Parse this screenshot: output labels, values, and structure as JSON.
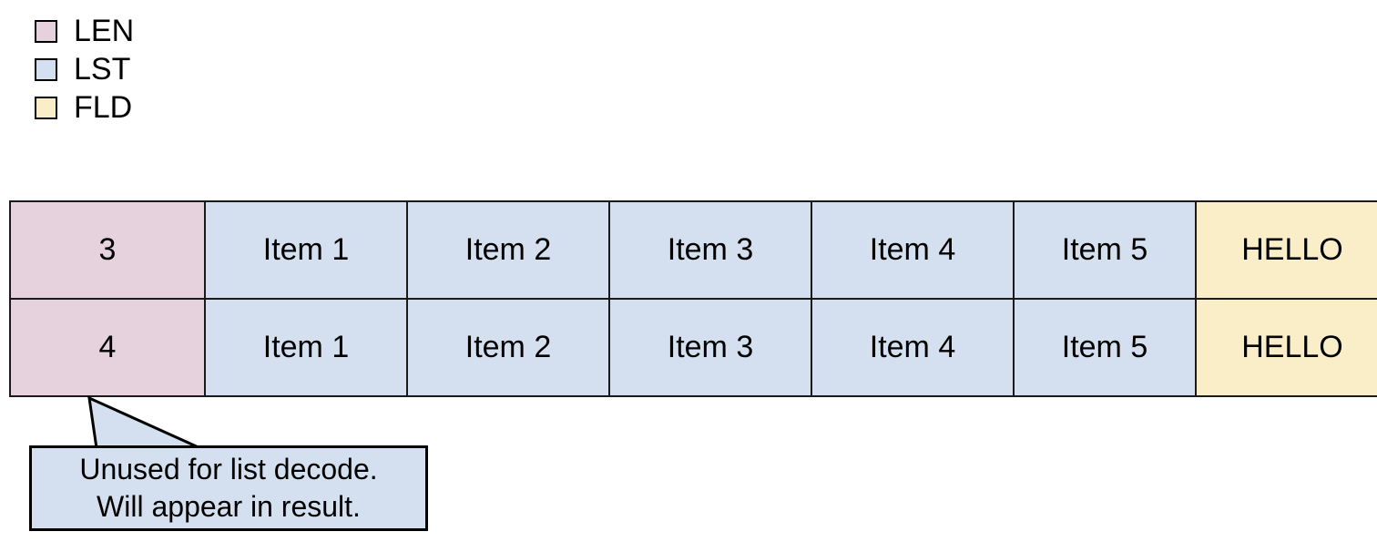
{
  "legend": {
    "items": [
      {
        "label": "LEN",
        "color": "#e6d2dc",
        "swatch_name": "legend-swatch-len"
      },
      {
        "label": "LST",
        "color": "#d4e0f0",
        "swatch_name": "legend-swatch-lst"
      },
      {
        "label": "FLD",
        "color": "#faeec9",
        "swatch_name": "legend-swatch-fld"
      }
    ]
  },
  "table": {
    "rows": [
      {
        "cells": [
          {
            "text": "3",
            "type": "LEN"
          },
          {
            "text": "Item 1",
            "type": "LST"
          },
          {
            "text": "Item 2",
            "type": "LST"
          },
          {
            "text": "Item 3",
            "type": "LST"
          },
          {
            "text": "Item 4",
            "type": "LST"
          },
          {
            "text": "Item 5",
            "type": "LST"
          },
          {
            "text": "HELLO",
            "type": "FLD"
          }
        ]
      },
      {
        "cells": [
          {
            "text": "4",
            "type": "LEN"
          },
          {
            "text": "Item 1",
            "type": "LST"
          },
          {
            "text": "Item 2",
            "type": "LST"
          },
          {
            "text": "Item 3",
            "type": "LST"
          },
          {
            "text": "Item 4",
            "type": "LST"
          },
          {
            "text": "Item 5",
            "type": "LST"
          },
          {
            "text": "HELLO",
            "type": "FLD"
          }
        ]
      }
    ]
  },
  "callout": {
    "line1": "Unused for list decode.",
    "line2": "Will appear in result.",
    "fill": "#d4e0f0",
    "stroke": "#000000"
  }
}
